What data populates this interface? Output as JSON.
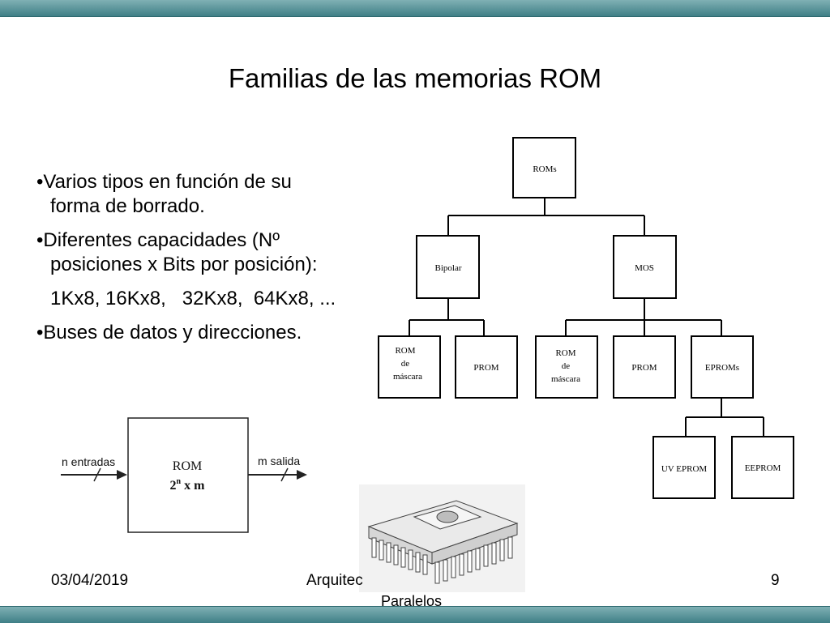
{
  "slide": {
    "title": "Familias de las memorias ROM",
    "bullets": [
      {
        "line1": "•Varios tipos en función de su",
        "line2": "forma de borrado."
      },
      {
        "line1": "•Diferentes capacidades (Nº",
        "line2": "posiciones x Bits por posición):"
      },
      {
        "line1": "1Kx8, 16Kx8,   32Kx8,  64Kx8, ..."
      },
      {
        "line1": "•Buses de datos y direcciones."
      }
    ]
  },
  "tree": {
    "root": "ROMs",
    "bipolar": "Bipolar",
    "mos": "MOS",
    "rom_mascara_1": [
      "ROM",
      "de",
      "máscara"
    ],
    "prom_1": "PROM",
    "rom_mascara_2": [
      "ROM",
      "de",
      "máscara"
    ],
    "prom_2": "PROM",
    "eproms": "EPROMs",
    "uv_eprom": "UV EPROM",
    "eeprom": "EEPROM"
  },
  "rom_block": {
    "inputs_label": "n entradas",
    "outputs_label": "m salida",
    "name": "ROM",
    "size_base": "2",
    "size_exp": "n",
    "size_rest": " x m"
  },
  "footer": {
    "date": "03/04/2019",
    "course": "Arquitec",
    "course_line2": "Paralelos",
    "page": "9"
  },
  "colors": {
    "bar": "#3f7f86"
  }
}
